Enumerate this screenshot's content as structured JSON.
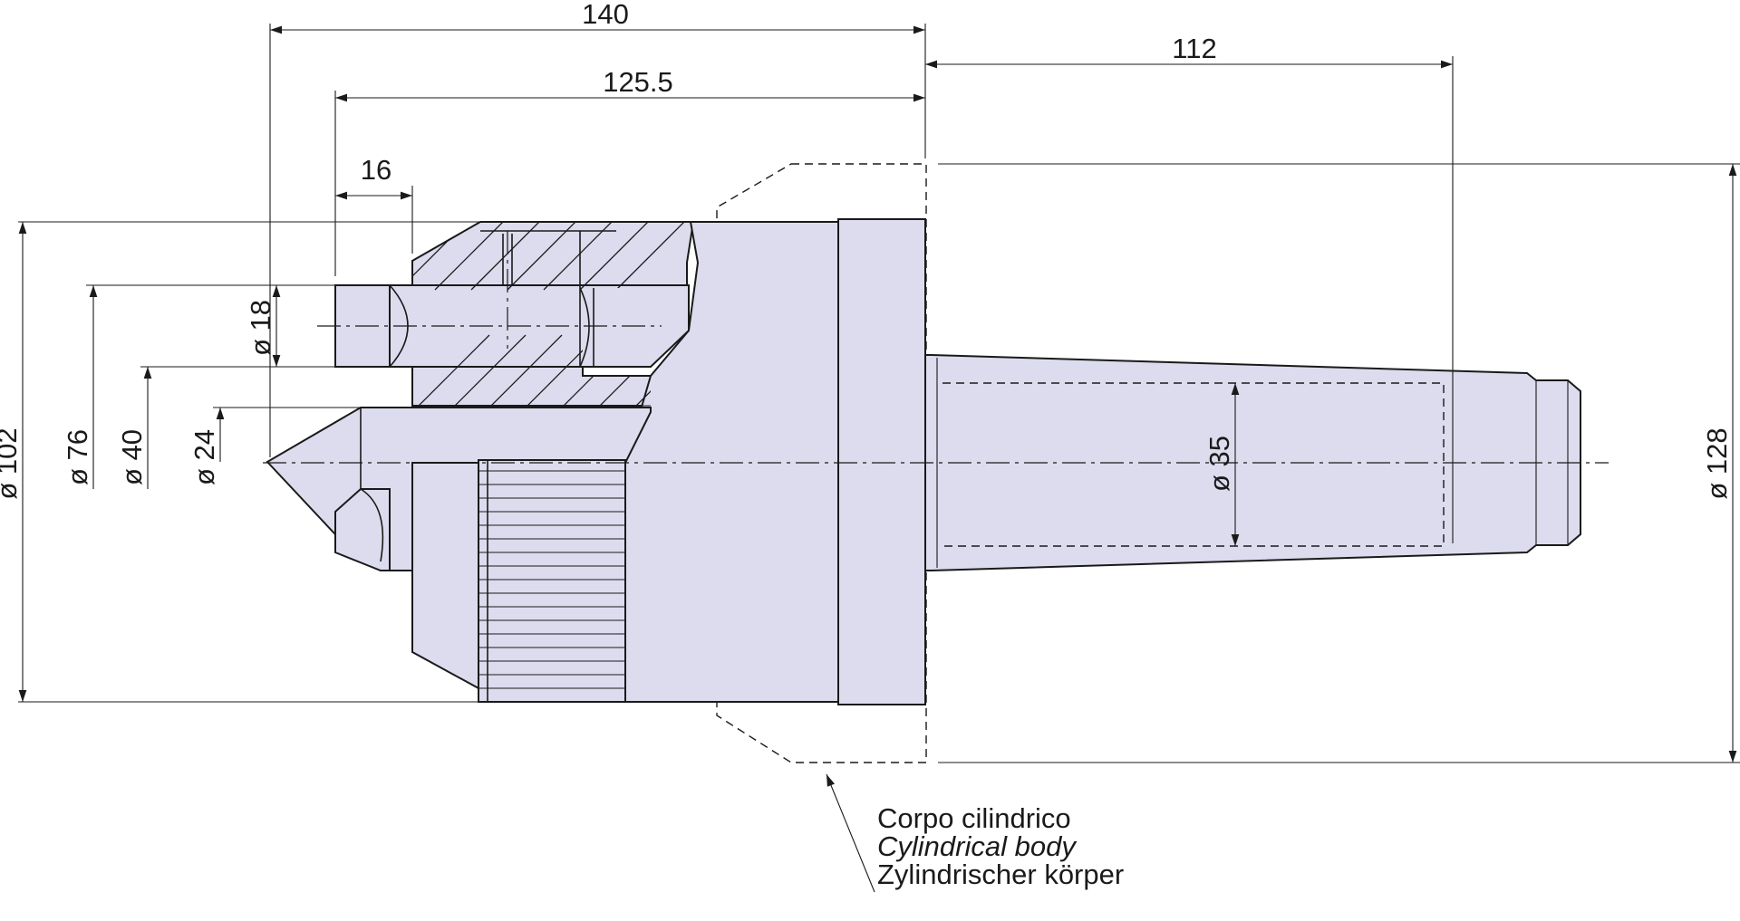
{
  "dimensions": {
    "overall_length_140": "140",
    "length_125_5": "125.5",
    "taper_length_112": "112",
    "head_16": "16",
    "dia_18": "ø 18",
    "dia_102": "ø 102",
    "dia_76": "ø 76",
    "dia_40": "ø 40",
    "dia_24": "ø 24",
    "dia_35": "ø 35",
    "dia_128": "ø 128"
  },
  "callout": {
    "line_it": "Corpo cilindrico",
    "line_en": "Cylindrical body",
    "line_de": "Zylindrischer körper"
  },
  "colors": {
    "body": "#dcdcee",
    "line": "#1a1a1a"
  }
}
